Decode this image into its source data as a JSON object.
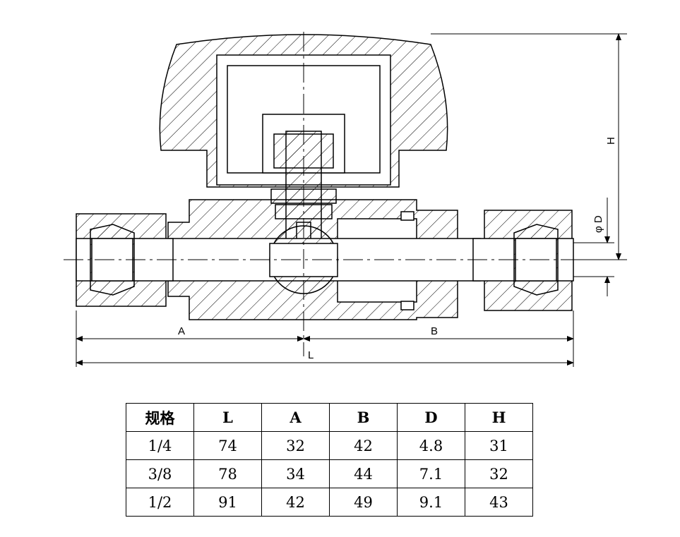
{
  "colors": {
    "line": "#000000",
    "background": "#ffffff"
  },
  "dimensions": {
    "a": "A",
    "b": "B",
    "l": "L",
    "h": "H",
    "d": "φ D"
  },
  "table": {
    "headers": [
      "规格",
      "L",
      "A",
      "B",
      "D",
      "H"
    ],
    "rows": [
      [
        "1/4",
        "74",
        "32",
        "42",
        "4.8",
        "31"
      ],
      [
        "3/8",
        "78",
        "34",
        "44",
        "7.1",
        "32"
      ],
      [
        "1/2",
        "91",
        "42",
        "49",
        "9.1",
        "43"
      ]
    ]
  }
}
